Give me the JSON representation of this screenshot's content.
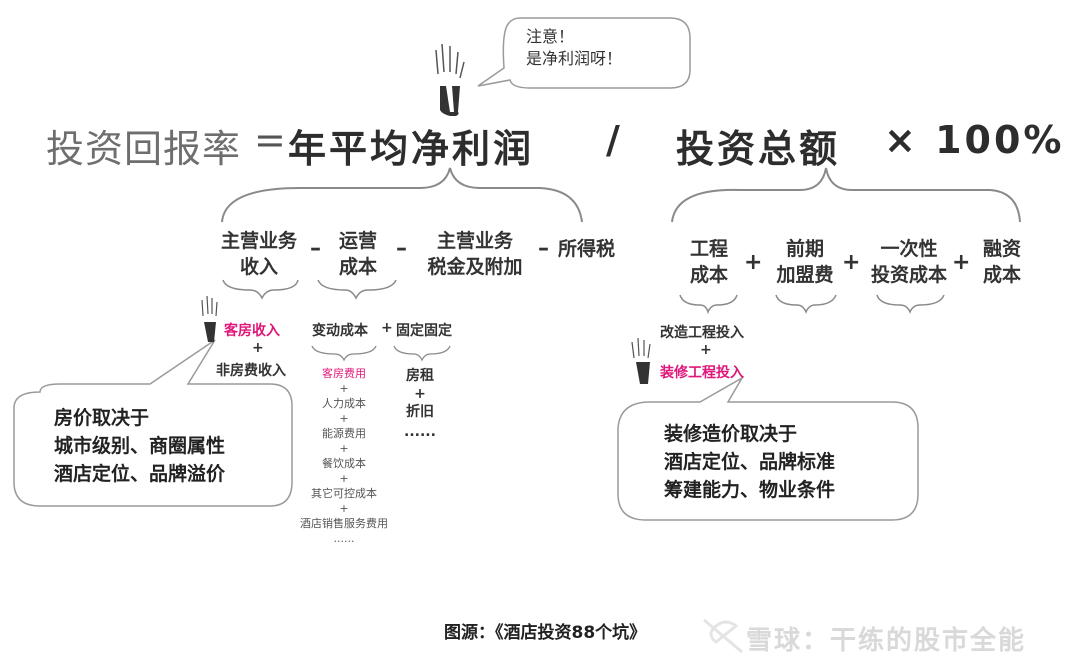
{
  "note": {
    "line1": "注意！",
    "line2": "是净利润呀！"
  },
  "formula": {
    "label": "投资回报率",
    "eq": "=",
    "numerator": "年平均净利润",
    "slash": "/",
    "denominator": "投资总额",
    "multiply": "× 100%"
  },
  "profit_terms": [
    {
      "l1": "主营业务",
      "l2": "收入"
    },
    {
      "l1": "运营",
      "l2": "成本"
    },
    {
      "l1": "主营业务",
      "l2": "税金及附加"
    },
    {
      "l1": "所得税",
      "l2": ""
    }
  ],
  "profit_ops": [
    "–",
    "–",
    "–"
  ],
  "invest_terms": [
    {
      "l1": "工程",
      "l2": "成本"
    },
    {
      "l1": "前期",
      "l2": "加盟费"
    },
    {
      "l1": "一次性",
      "l2": "投资成本"
    },
    {
      "l1": "融资",
      "l2": "成本"
    }
  ],
  "invest_ops": [
    "+",
    "+",
    "+"
  ],
  "revenue": {
    "item1": "客房收入",
    "plus": "+",
    "item2": "非房费收入"
  },
  "cost": {
    "variable": "变动成本",
    "plus": "+",
    "fixed": "固定固定"
  },
  "variable_items": [
    "客房费用",
    "+",
    "人力成本",
    "+",
    "能源费用",
    "+",
    "餐饮成本",
    "+",
    "其它可控成本",
    "+",
    "酒店销售服务费用",
    "......"
  ],
  "fixed_items": [
    "房租",
    "+",
    "折旧",
    "......"
  ],
  "engineering": {
    "item1": "改造工程投入",
    "plus": "+",
    "item2": "装修工程投入"
  },
  "bubble_left": {
    "l1": "房价取决于",
    "l2": "城市级别、商圈属性",
    "l3": "酒店定位、品牌溢价"
  },
  "bubble_right": {
    "l1": "装修造价取决于",
    "l2": "酒店定位、品牌标准",
    "l3": "筹建能力、物业条件"
  },
  "caption": "图源：《酒店投资88个坑》",
  "watermark": "雪球：干练的股市全能",
  "colors": {
    "accent": "#e0177a",
    "text": "#2b2b2b",
    "line": "#8a8a8a"
  }
}
